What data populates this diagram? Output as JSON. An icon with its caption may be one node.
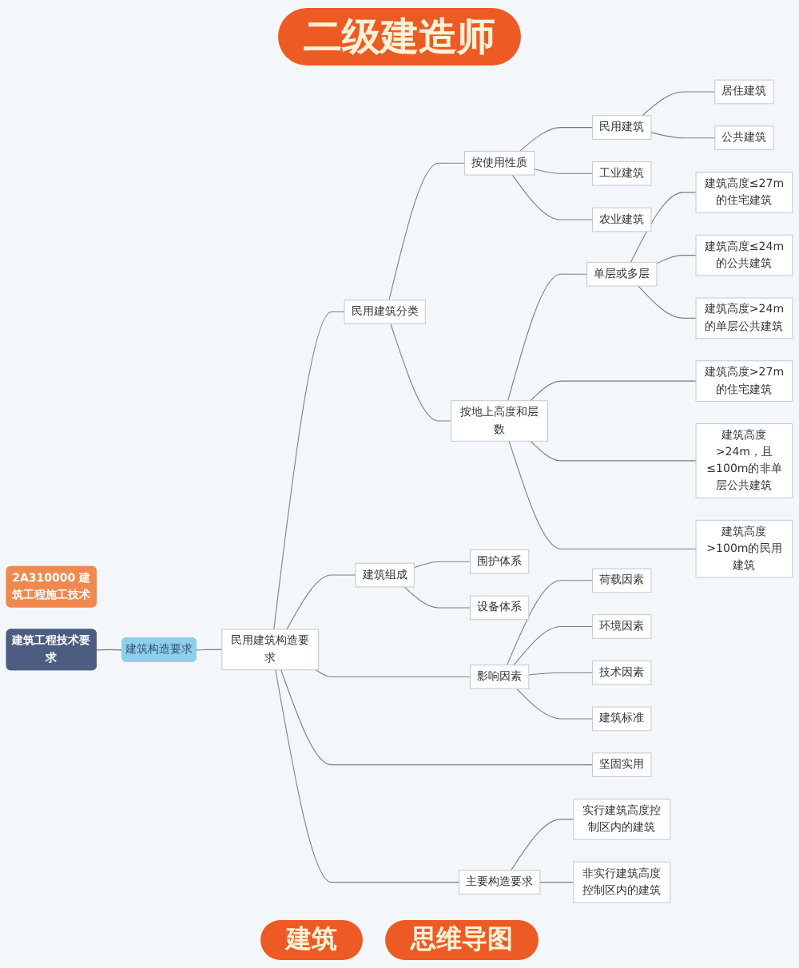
{
  "diagram": {
    "title": "二级建造师",
    "nodes": [
      {
        "text": [
          "2A310000 建筑工程施工技术"
        ]
      },
      {
        "text": [
          "建筑工程技术要求"
        ]
      },
      {
        "text": [
          "建筑构造要求"
        ]
      },
      {
        "text": [
          "民用建筑构造要求"
        ]
      },
      {
        "text": [
          "民用建筑分类"
        ]
      },
      {
        "text": [
          "按使用性质"
        ]
      },
      {
        "text": [
          "民用建筑"
        ]
      },
      {
        "text": [
          "居住建筑"
        ]
      },
      {
        "text": [
          "公共建筑"
        ]
      },
      {
        "text": [
          "工业建筑"
        ]
      },
      {
        "text": [
          "农业建筑"
        ]
      },
      {
        "text": [
          "按地上高度和层数"
        ]
      },
      {
        "text": [
          "单层或多层"
        ]
      },
      {
        "text": [
          "建筑高度≤27m的住宅建筑"
        ]
      },
      {
        "text": [
          "建筑高度≤24m的公共建筑"
        ]
      },
      {
        "text": [
          "建筑高度>24m的单层公共建筑"
        ]
      },
      {
        "text": [
          "建筑高度>27m的住宅建筑"
        ]
      },
      {
        "text": [
          "建筑高度>24m，且≤100m的非单层公共建筑"
        ]
      },
      {
        "text": [
          "建筑高度>100m的民用建筑"
        ]
      },
      {
        "text": [
          "建筑组成"
        ]
      },
      {
        "text": [
          "围护体系"
        ]
      },
      {
        "text": [
          "设备体系"
        ]
      },
      {
        "text": [
          "影响因素"
        ]
      },
      {
        "text": [
          "荷载因素"
        ]
      },
      {
        "text": [
          "环境因素"
        ]
      },
      {
        "text": [
          "技术因素"
        ]
      },
      {
        "text": [
          "建筑标准"
        ]
      },
      {
        "text": [
          "坚固实用"
        ]
      },
      {
        "text": [
          "主要构造要求"
        ]
      },
      {
        "text": [
          "实行建筑高度控制区内的建筑"
        ]
      },
      {
        "text": [
          "非实行建筑高度控制区内的建筑"
        ]
      }
    ],
    "edges": [
      {
        "from": 1,
        "to": 2,
        "arrow": "none"
      },
      {
        "from": 2,
        "to": 3,
        "arrow": "none"
      },
      {
        "from": 3,
        "to": 4,
        "arrow": "none"
      },
      {
        "from": 4,
        "to": 5,
        "arrow": "none"
      },
      {
        "from": 5,
        "to": 6,
        "arrow": "none"
      },
      {
        "from": 6,
        "to": 7,
        "arrow": "none"
      },
      {
        "from": 6,
        "to": 8,
        "arrow": "none"
      },
      {
        "from": 5,
        "to": 9,
        "arrow": "none"
      },
      {
        "from": 5,
        "to": 10,
        "arrow": "none"
      },
      {
        "from": 4,
        "to": 11,
        "arrow": "none"
      },
      {
        "from": 11,
        "to": 12,
        "arrow": "none"
      },
      {
        "from": 12,
        "to": 13,
        "arrow": "none"
      },
      {
        "from": 12,
        "to": 14,
        "arrow": "none"
      },
      {
        "from": 12,
        "to": 15,
        "arrow": "none"
      },
      {
        "from": 11,
        "to": 16,
        "arrow": "none"
      },
      {
        "from": 11,
        "to": 17,
        "arrow": "none"
      },
      {
        "from": 11,
        "to": 18,
        "arrow": "none"
      },
      {
        "from": 3,
        "to": 19,
        "arrow": "none"
      },
      {
        "from": 19,
        "to": 20,
        "arrow": "none"
      },
      {
        "from": 19,
        "to": 21,
        "arrow": "none"
      },
      {
        "from": 3,
        "to": 22,
        "arrow": "none"
      },
      {
        "from": 22,
        "to": 23,
        "arrow": "none"
      },
      {
        "from": 22,
        "to": 24,
        "arrow": "none"
      },
      {
        "from": 22,
        "to": 25,
        "arrow": "none"
      },
      {
        "from": 22,
        "to": 26,
        "arrow": "none"
      },
      {
        "from": 3,
        "to": 27,
        "arrow": "none"
      },
      {
        "from": 3,
        "to": 28,
        "arrow": "none"
      },
      {
        "from": 28,
        "to": 29,
        "arrow": "none"
      },
      {
        "from": 28,
        "to": 30,
        "arrow": "none"
      }
    ],
    "labels": [
      "建筑",
      "思维导图"
    ]
  }
}
